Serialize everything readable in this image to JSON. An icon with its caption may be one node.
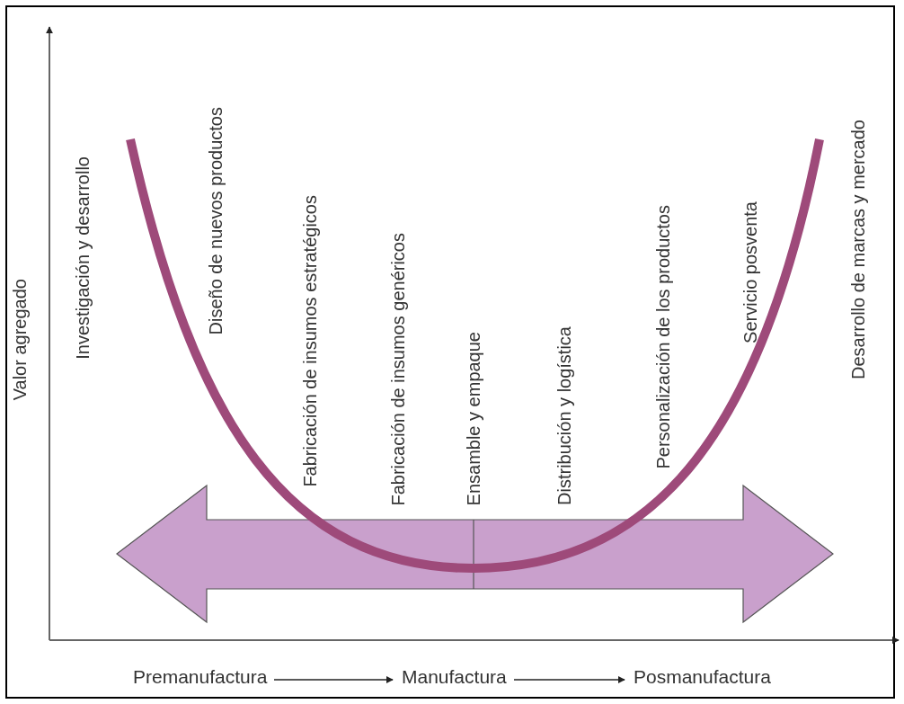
{
  "diagram": {
    "nodes": [
      {
        "text": [
          "Premanufactura"
        ]
      },
      {
        "text": [
          "Manufactura"
        ]
      },
      {
        "text": [
          "Posmanufactura"
        ]
      }
    ],
    "edges": [
      {
        "from": 0,
        "to": 1,
        "arrow": "to"
      },
      {
        "from": 1,
        "to": 2,
        "arrow": "to"
      }
    ],
    "labels": [
      "Valor agregado",
      "Investigación y desarrollo",
      "Diseño de nuevos productos",
      "Fabricación de insumos estratégicos",
      "Fabricación de insumos genéricos",
      "Ensamble y empaque",
      "Distribución y logística",
      "Personalización de los productos",
      "Servicio posventa",
      "Desarrollo de marcas y mercado"
    ]
  }
}
